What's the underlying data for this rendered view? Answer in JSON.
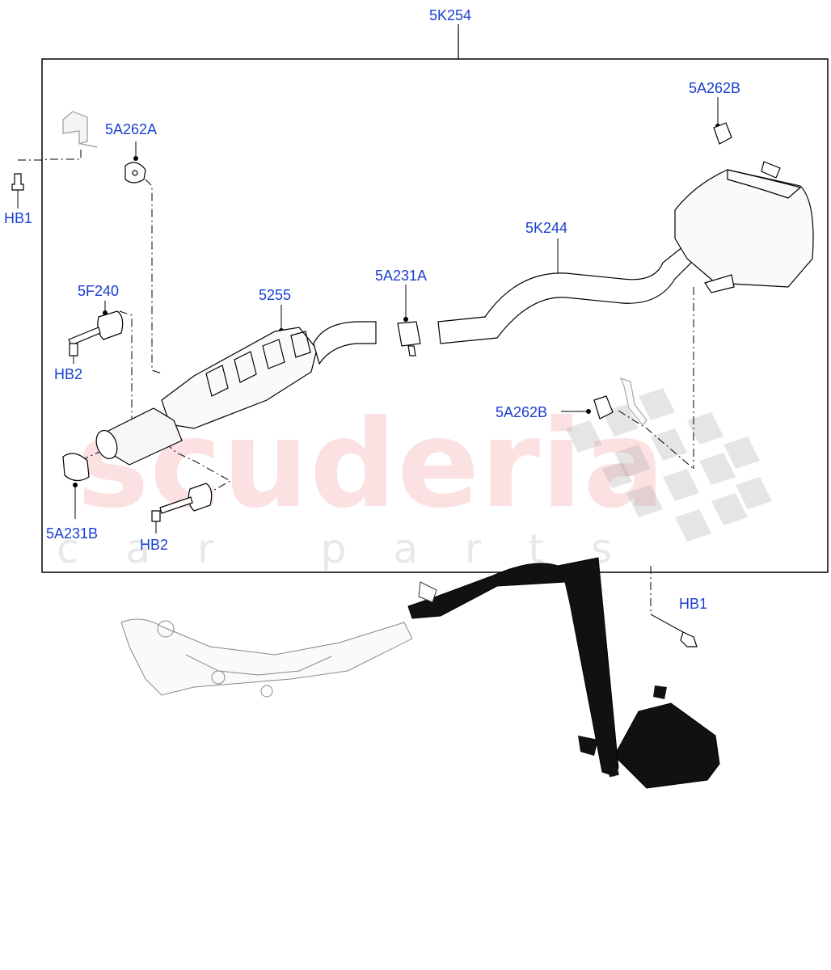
{
  "callouts": {
    "c_5K254": "5K254",
    "c_5A262B_top": "5A262B",
    "c_5A262A": "5A262A",
    "c_HB1_left": "HB1",
    "c_5K244": "5K244",
    "c_5A231A": "5A231A",
    "c_5F240": "5F240",
    "c_5255": "5255",
    "c_HB2_top": "HB2",
    "c_5A262B_mid": "5A262B",
    "c_5A231B": "5A231B",
    "c_HB2_bottom": "HB2",
    "c_HB1_right": "HB1"
  },
  "watermark": {
    "main": "scuderia",
    "sub": "car parts"
  },
  "colors": {
    "callout": "#1a3fcf",
    "line": "#000000",
    "muffler_fill": "#111111"
  }
}
